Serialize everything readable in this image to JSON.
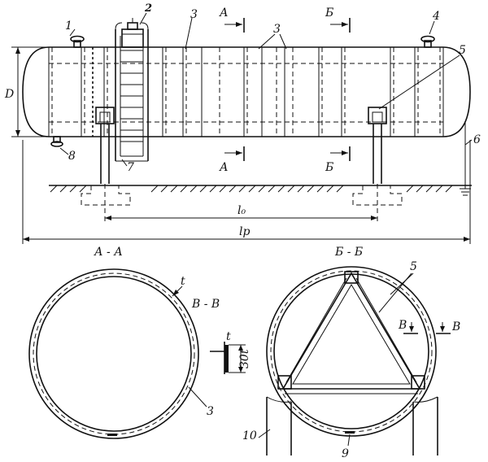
{
  "callouts": {
    "c1": "1",
    "c2": "2",
    "c3": "3",
    "c3b": "3",
    "c3c": "3",
    "c4": "4",
    "c5": "5",
    "c5b": "5",
    "c6": "6",
    "c7": "7",
    "c8": "8",
    "c9": "9",
    "c10": "10"
  },
  "sections": {
    "a_top": "А",
    "a_bot": "А",
    "b_top": "Б",
    "b_bot": "Б",
    "v_left": "В",
    "v_right": "В"
  },
  "dimensions": {
    "diameter": "D",
    "l0": "l₀",
    "lp": "lр",
    "thickness": "t",
    "ring_thickness": "t",
    "band_width": "30t"
  },
  "section_titles": {
    "aa": "А - А",
    "bb": "Б - Б",
    "vv": "В - В"
  }
}
